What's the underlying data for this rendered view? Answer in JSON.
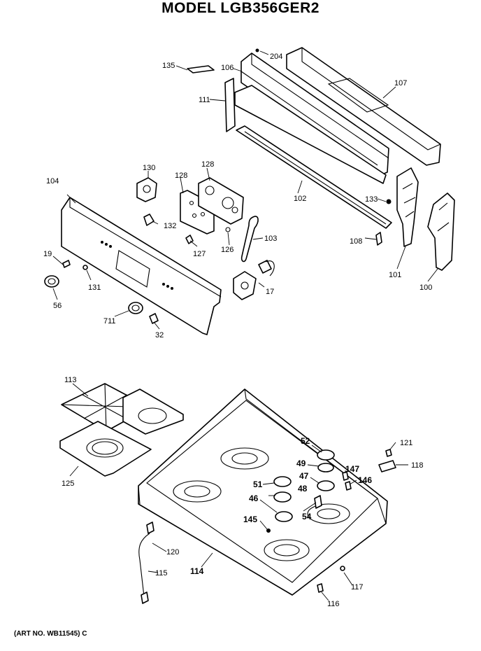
{
  "title": "MODEL LGB356GER2",
  "art_no": "(ART NO. WB11545) C",
  "labels": {
    "l135": "135",
    "l204": "204",
    "l106": "106",
    "l107": "107",
    "l111": "111",
    "l102": "102",
    "l133": "133",
    "l108": "108",
    "l101": "101",
    "l100": "100",
    "l130": "130",
    "l128a": "128",
    "l128b": "128",
    "l104": "104",
    "l132": "132",
    "l103": "103",
    "l127": "127",
    "l126": "126",
    "l19": "19",
    "l131": "131",
    "l17": "17",
    "l56": "56",
    "l711": "711",
    "l32": "32",
    "l113": "113",
    "l125": "125",
    "l52": "52",
    "l49": "49",
    "l147": "147",
    "l146": "146",
    "l47": "47",
    "l51": "51",
    "l48": "48",
    "l46": "46",
    "l54": "54",
    "l145": "145",
    "l121": "121",
    "l118": "118",
    "l120": "120",
    "l115": "115",
    "l114": "114",
    "l117": "117",
    "l116": "116"
  }
}
